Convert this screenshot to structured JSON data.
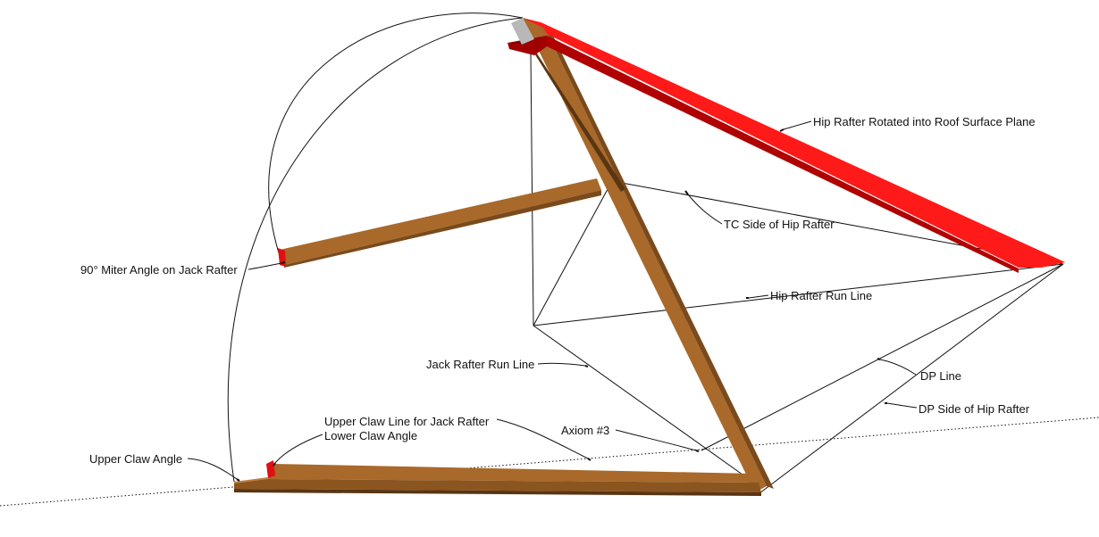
{
  "labels": {
    "hip_rafter_rotated": "Hip Rafter Rotated into Roof Surface Plane",
    "tc_side": "TC Side of Hip Rafter",
    "hip_run_line": "Hip Rafter Run Line",
    "miter_angle": "90° Miter Angle on Jack Rafter",
    "jack_run_line": "Jack Rafter Run Line",
    "dp_line": "DP Line",
    "dp_side": "DP Side of Hip Rafter",
    "upper_claw_line": "Upper Claw Line for Jack Rafter",
    "lower_claw_angle": "Lower Claw Angle",
    "axiom": "Axiom #3",
    "upper_claw_angle": "Upper Claw Angle"
  },
  "colors": {
    "wood_top": "#a8692a",
    "wood_side": "#7a4a1c",
    "wood_dark": "#5a3512",
    "red_top": "#ff1a1a",
    "red_side": "#b00000",
    "red_dark": "#7a0000",
    "line": "#111111",
    "end_grey": "#b8b8b8"
  }
}
